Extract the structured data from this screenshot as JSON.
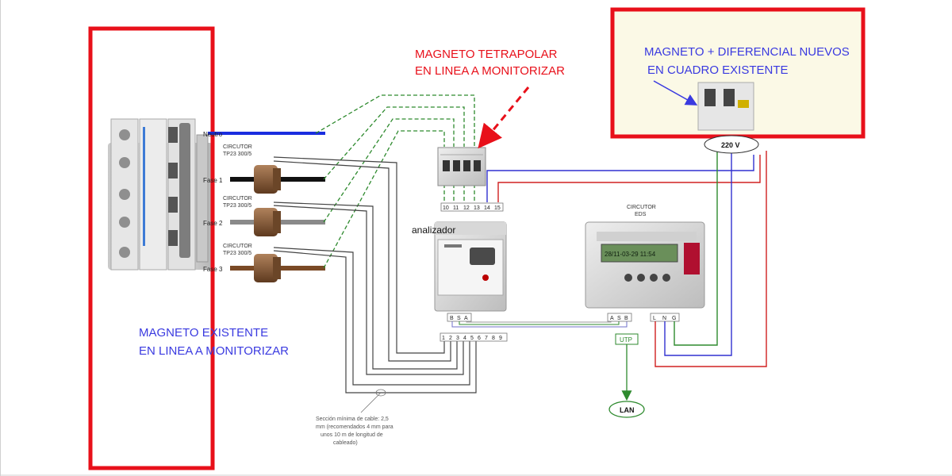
{
  "annotations": {
    "existing_breaker": {
      "line1": "MAGNETO EXISTENTE",
      "line2": "EN LINEA A MONITORIZAR"
    },
    "tetrapolar": {
      "line1": "MAGNETO TETRAPOLAR",
      "line2": "EN LINEA A MONITORIZAR"
    },
    "new_breaker": {
      "line1": "MAGNETO + DIFERENCIAL NUEVOS",
      "line2": "EN CUADRO EXISTENTE"
    }
  },
  "conductors": {
    "neutro": "Neutro",
    "fase1": "Fase 1",
    "fase2": "Fase 2",
    "fase3": "Fase 3"
  },
  "ct_labels": [
    {
      "line1": "CIRCUTOR",
      "line2": "TP23 300/5"
    },
    {
      "line1": "CIRCUTOR",
      "line2": "TP23 300/5"
    },
    {
      "line1": "CIRCUTOR",
      "line2": "TP23 300/5"
    }
  ],
  "top_terminals": [
    "10",
    "11",
    "12",
    "13",
    "14",
    "15"
  ],
  "analyzer": {
    "label": "analizador",
    "comm_terminals": [
      "B",
      "S",
      "A"
    ],
    "bottom_terminals": [
      "1",
      "2",
      "3",
      "4",
      "5",
      "6",
      "7",
      "8",
      "9"
    ]
  },
  "eds": {
    "line1": "CIRCUTOR",
    "line2": "EDS",
    "comm_terminals": [
      "A",
      "S",
      "B"
    ],
    "power_terminals": [
      "L",
      "N",
      "G"
    ],
    "display": "28/11-03-29  11:54"
  },
  "badges": {
    "voltage": "220 V",
    "utp": "UTP",
    "lan": "LAN"
  },
  "cable_note": [
    "Sección mínima de cable: 2,5",
    "mm (recomendados 4 mm para",
    "unos 10 m de longitud de",
    "cableado)"
  ],
  "colors": {
    "highlight_red": "#e8101a",
    "annotation_blue": "#3a3ae0",
    "neutral_blue": "#1a2ee0",
    "phase_black": "#111111",
    "phase_grey": "#8a8a8a",
    "phase_brown": "#7a4a26",
    "voltage_wire_dashed": "#2e8a2e",
    "callout_background": "#fbf9e6"
  }
}
